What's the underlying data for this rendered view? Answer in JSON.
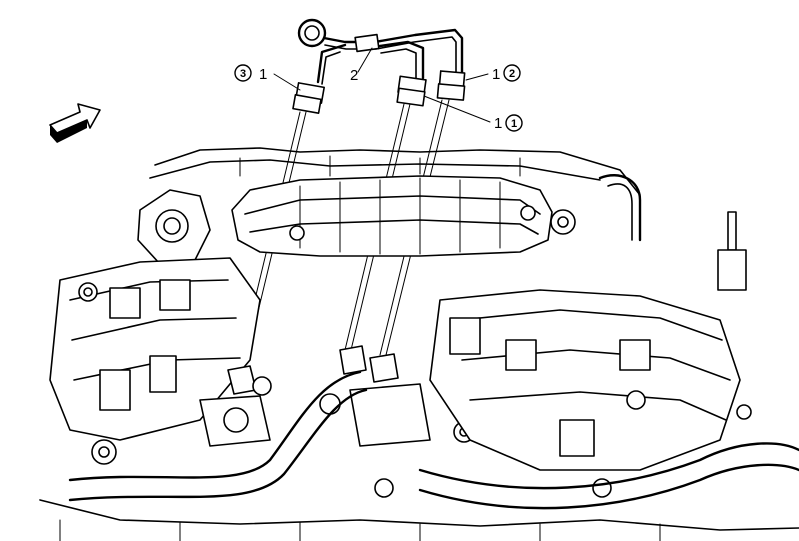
{
  "callouts": {
    "fuel_line_label": "2",
    "fitting_left_label": "1",
    "fitting_right_upper_label": "1",
    "fitting_right_lower_label": "1",
    "step_left": "3",
    "step_right_upper": "2",
    "step_right_lower": "1"
  },
  "icons": {
    "direction_arrow": "front-direction-arrow-icon"
  },
  "colors": {
    "line": "#000000",
    "background": "#ffffff"
  }
}
